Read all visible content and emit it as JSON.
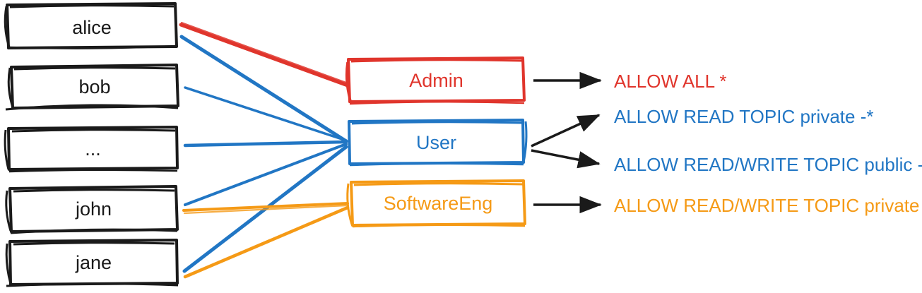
{
  "diagram": {
    "style": "hand-drawn-sketch",
    "colors": {
      "red": "#E0352C",
      "blue": "#2176C4",
      "orange": "#F59A16",
      "black": "#1a1a1a",
      "background": "#FFFFFF"
    },
    "users": [
      {
        "id": "alice",
        "label": "alice"
      },
      {
        "id": "bob",
        "label": "bob"
      },
      {
        "id": "ellipsis",
        "label": "..."
      },
      {
        "id": "john",
        "label": "john"
      },
      {
        "id": "jane",
        "label": "jane"
      }
    ],
    "roles": [
      {
        "id": "admin",
        "label": "Admin",
        "color": "#E0352C"
      },
      {
        "id": "user",
        "label": "User",
        "color": "#2176C4"
      },
      {
        "id": "softwareeng",
        "label": "SoftwareEng",
        "color": "#F59A16"
      }
    ],
    "permissions": [
      {
        "id": "perm-allow-all",
        "label": "ALLOW ALL *",
        "color": "#E0352C",
        "role": "admin"
      },
      {
        "id": "perm-read-private",
        "label": "ALLOW READ TOPIC private -*",
        "color": "#2176C4",
        "role": "user"
      },
      {
        "id": "perm-readwrite-public",
        "label": "ALLOW READ/WRITE TOPIC public -*",
        "color": "#2176C4",
        "role": "user"
      },
      {
        "id": "perm-readwrite-private",
        "label": "ALLOW READ/WRITE TOPIC private -*",
        "color": "#F59A16",
        "role": "softwareeng"
      }
    ],
    "user_role_links": [
      {
        "from": "alice",
        "to": "admin",
        "color": "#E0352C"
      },
      {
        "from": "alice",
        "to": "user",
        "color": "#2176C4"
      },
      {
        "from": "bob",
        "to": "user",
        "color": "#2176C4"
      },
      {
        "from": "ellipsis",
        "to": "user",
        "color": "#2176C4"
      },
      {
        "from": "john",
        "to": "user",
        "color": "#2176C4"
      },
      {
        "from": "john",
        "to": "softwareeng",
        "color": "#F59A16"
      },
      {
        "from": "jane",
        "to": "user",
        "color": "#2176C4"
      },
      {
        "from": "jane",
        "to": "softwareeng",
        "color": "#F59A16"
      }
    ],
    "role_permission_arrows": [
      {
        "from": "admin",
        "to": "perm-allow-all"
      },
      {
        "from": "user",
        "to": "perm-read-private"
      },
      {
        "from": "user",
        "to": "perm-readwrite-public"
      },
      {
        "from": "softwareeng",
        "to": "perm-readwrite-private"
      }
    ]
  }
}
